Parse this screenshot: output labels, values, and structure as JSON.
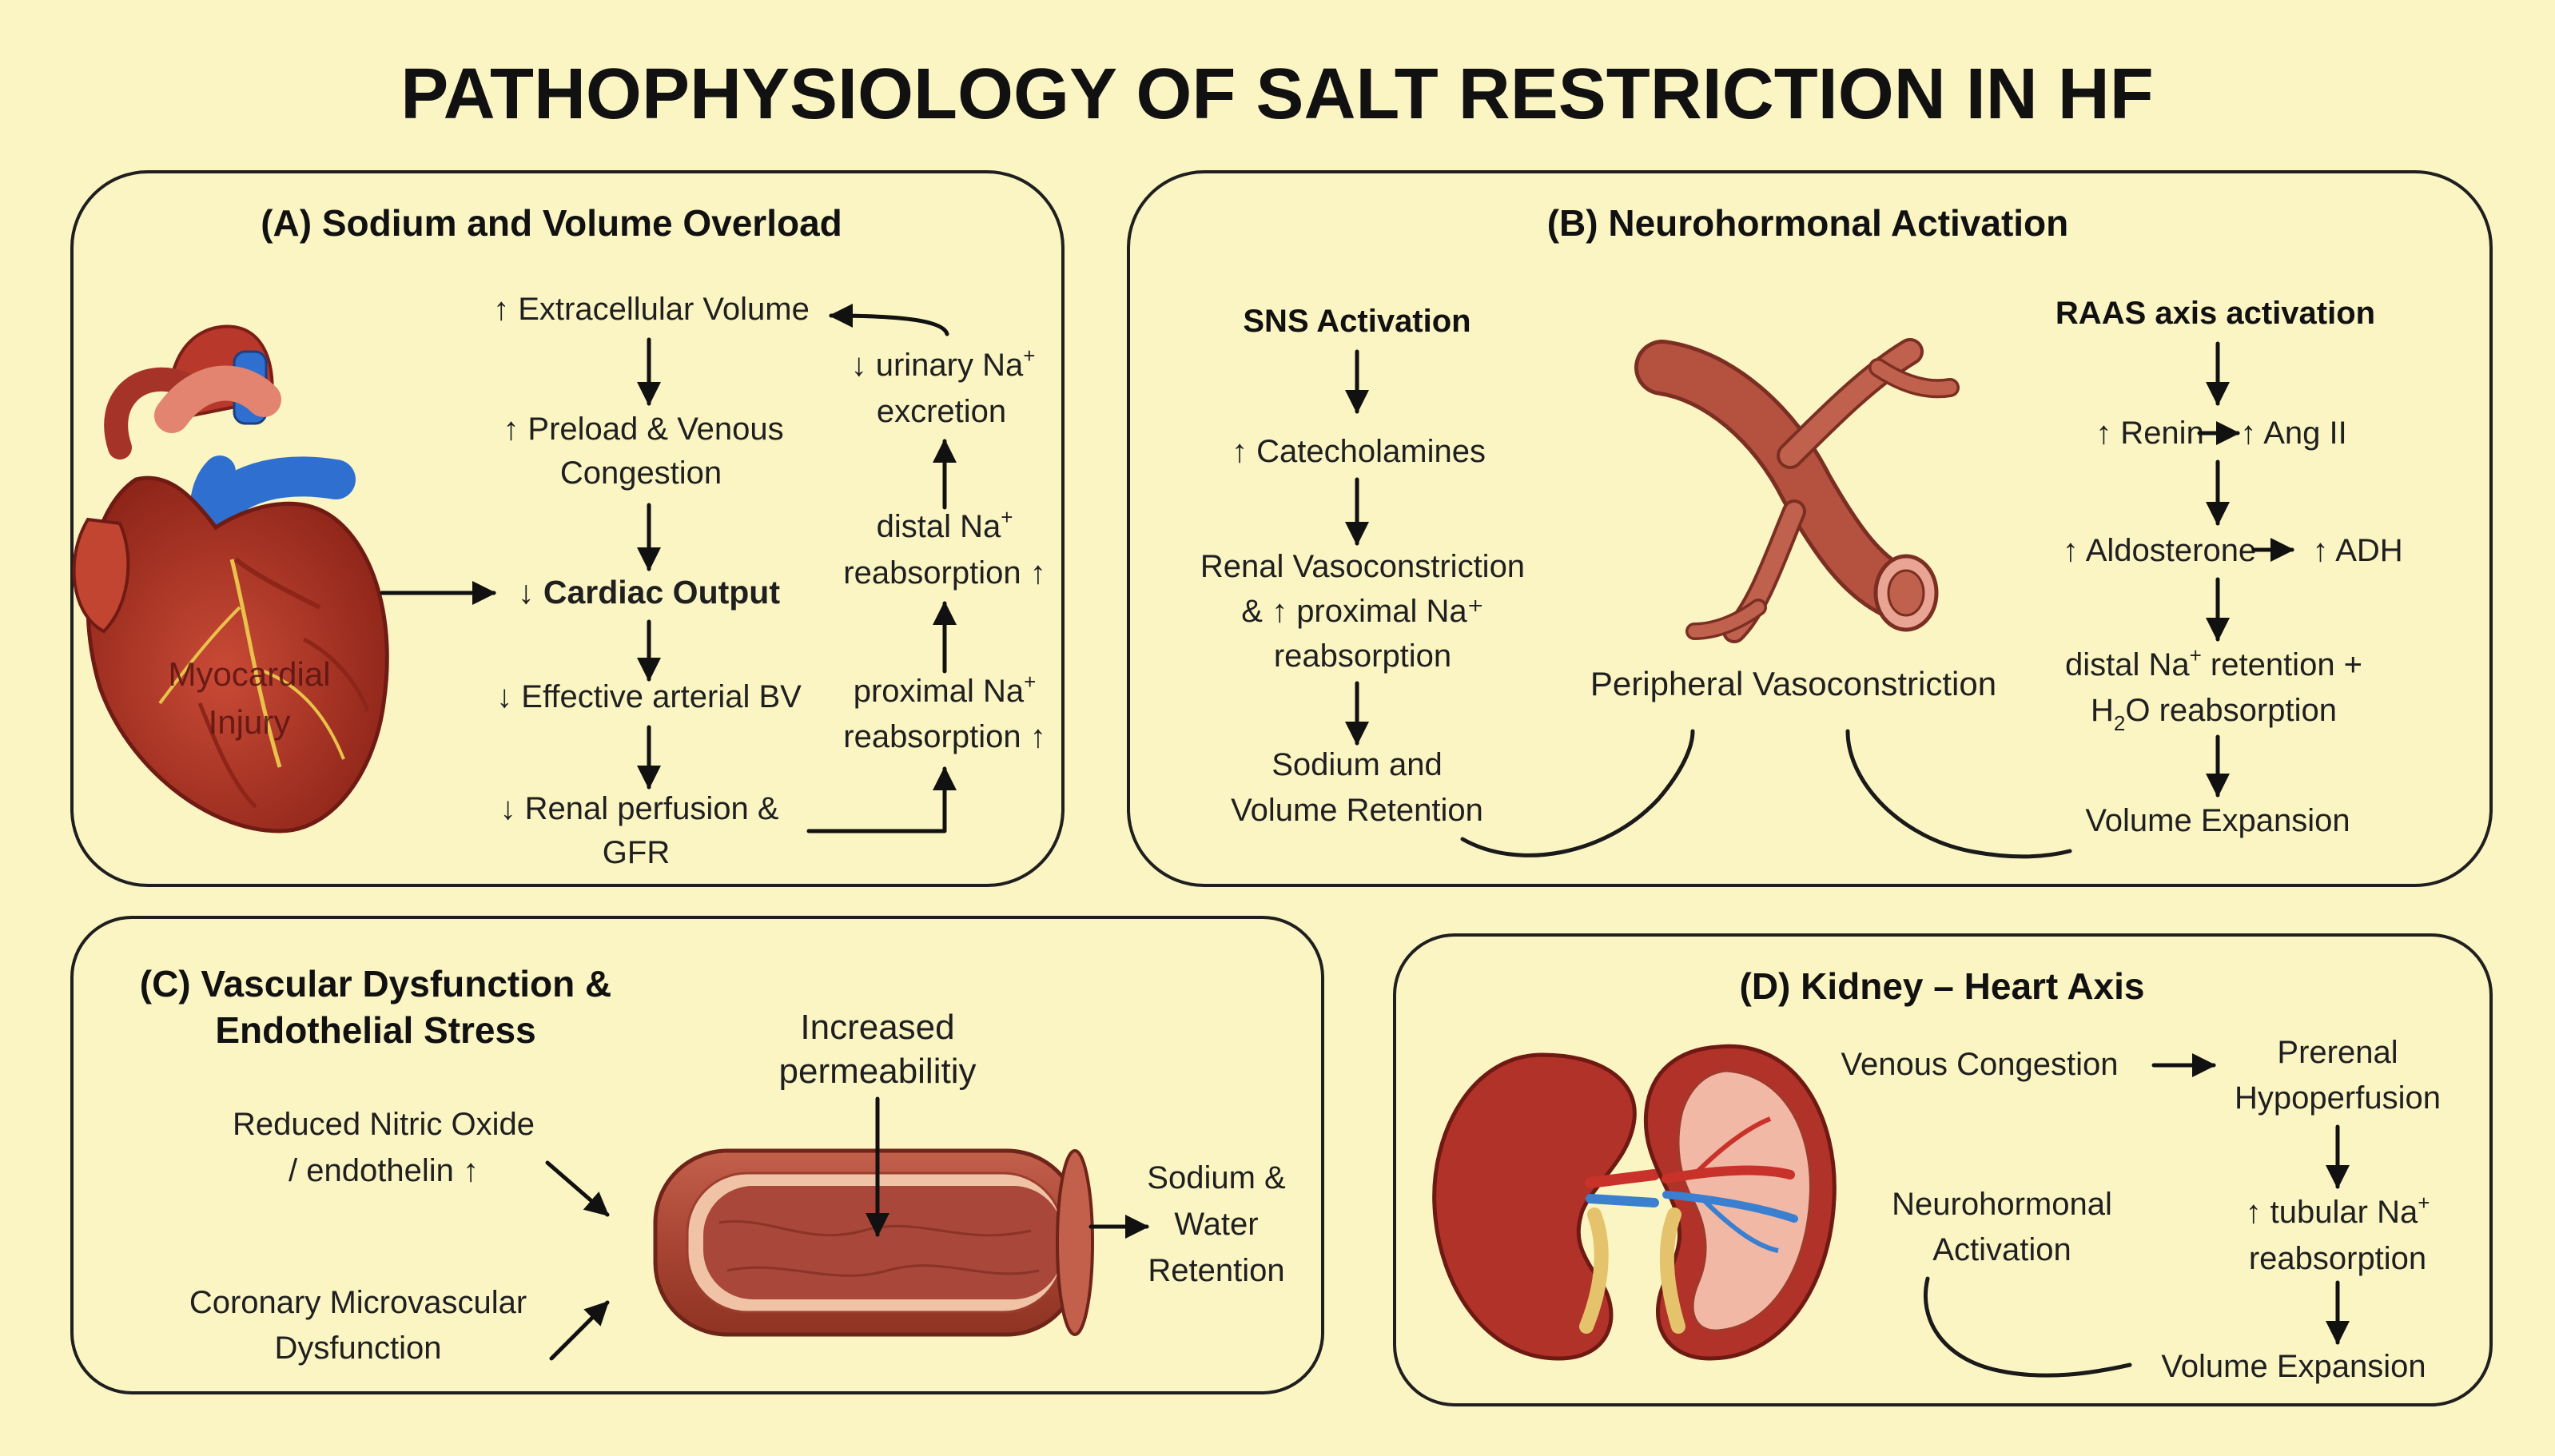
{
  "title": "PATHOPHYSIOLOGY OF SALT RESTRICTION IN HF",
  "colors": {
    "background": "#fbf5c4",
    "panel_border": "#1f1f1f",
    "heart_red": "#b8392b",
    "heart_dark": "#7a1e16",
    "vein_blue": "#2f6fd0",
    "vessel_red": "#b5523f",
    "kidney_red": "#b13228"
  },
  "panels": {
    "a": {
      "title": "(A) Sodium and Volume Overload",
      "heart_label": [
        "Myocardial",
        "Injury"
      ],
      "heart_icon": "heart-illustration",
      "main_chain": [
        [
          "↑ Extracellular Volume"
        ],
        [
          "↑ Preload & Venous",
          "Congestion"
        ],
        [
          "↓ Cardiac Output"
        ],
        [
          "↓ Effective arterial BV"
        ],
        [
          "↓ Renal perfusion &",
          "GFR"
        ]
      ],
      "side_chain": [
        {
          "pre": "↓ urinary Na",
          "sup": "+",
          "post": "",
          "line2": "excretion"
        },
        {
          "pre": "distal Na",
          "sup": "+",
          "post": "",
          "line2": "reabsorption ↑"
        },
        {
          "pre": "proximal Na",
          "sup": "+",
          "post": "",
          "line2": "reabsorption ↑"
        }
      ]
    },
    "b": {
      "title": "(B) Neurohormonal Activation",
      "sns_title": "SNS Activation",
      "sns_chain": [
        [
          "↑ Catecholamines"
        ],
        [
          "Renal Vasoconstriction",
          "& ↑ proximal Na⁺",
          "reabsorption"
        ],
        [
          "Sodium and",
          "Volume Retention"
        ]
      ],
      "vessel_icon": "blood-vessel-illustration",
      "vessel_label": "Peripheral Vasoconstriction",
      "raas_title": "RAAS axis activation",
      "raas_chain": {
        "step1_left": "↑ Renin",
        "step1_right": "↑ Ang II",
        "step2_left": "↑ Aldosterone",
        "step2_right": "↑ ADH",
        "step3_line1_pre": "distal Na",
        "step3_line1_sup": "+",
        "step3_line1_post": " retention +",
        "step3_line2_pre": "H",
        "step3_line2_sub": "2",
        "step3_line2_post": "O reabsorption",
        "step4": "Volume Expansion"
      }
    },
    "c": {
      "title": [
        "(C) Vascular Dysfunction &",
        "Endothelial Stress"
      ],
      "vessel_label": [
        "Increased",
        "permeabilitiy"
      ],
      "input1": [
        "Reduced Nitric Oxide",
        "/ endothelin ↑"
      ],
      "input2": [
        "Coronary Microvascular",
        "Dysfunction"
      ],
      "output": [
        "Sodium &",
        "Water",
        "Retention"
      ],
      "vessel_icon": "vessel-cross-section-illustration"
    },
    "d": {
      "title": "(D) Kidney – Heart Axis",
      "kidney_icon": "kidney-illustration",
      "venous": "Venous Congestion",
      "prerenal": [
        "Prerenal",
        "Hypoperfusion"
      ],
      "neuro": [
        "Neurohormonal",
        "Activation"
      ],
      "tubular_pre": "↑ tubular Na",
      "tubular_sup": "+",
      "tubular_line2": "reabsorption",
      "volume": "Volume Expansion"
    }
  }
}
